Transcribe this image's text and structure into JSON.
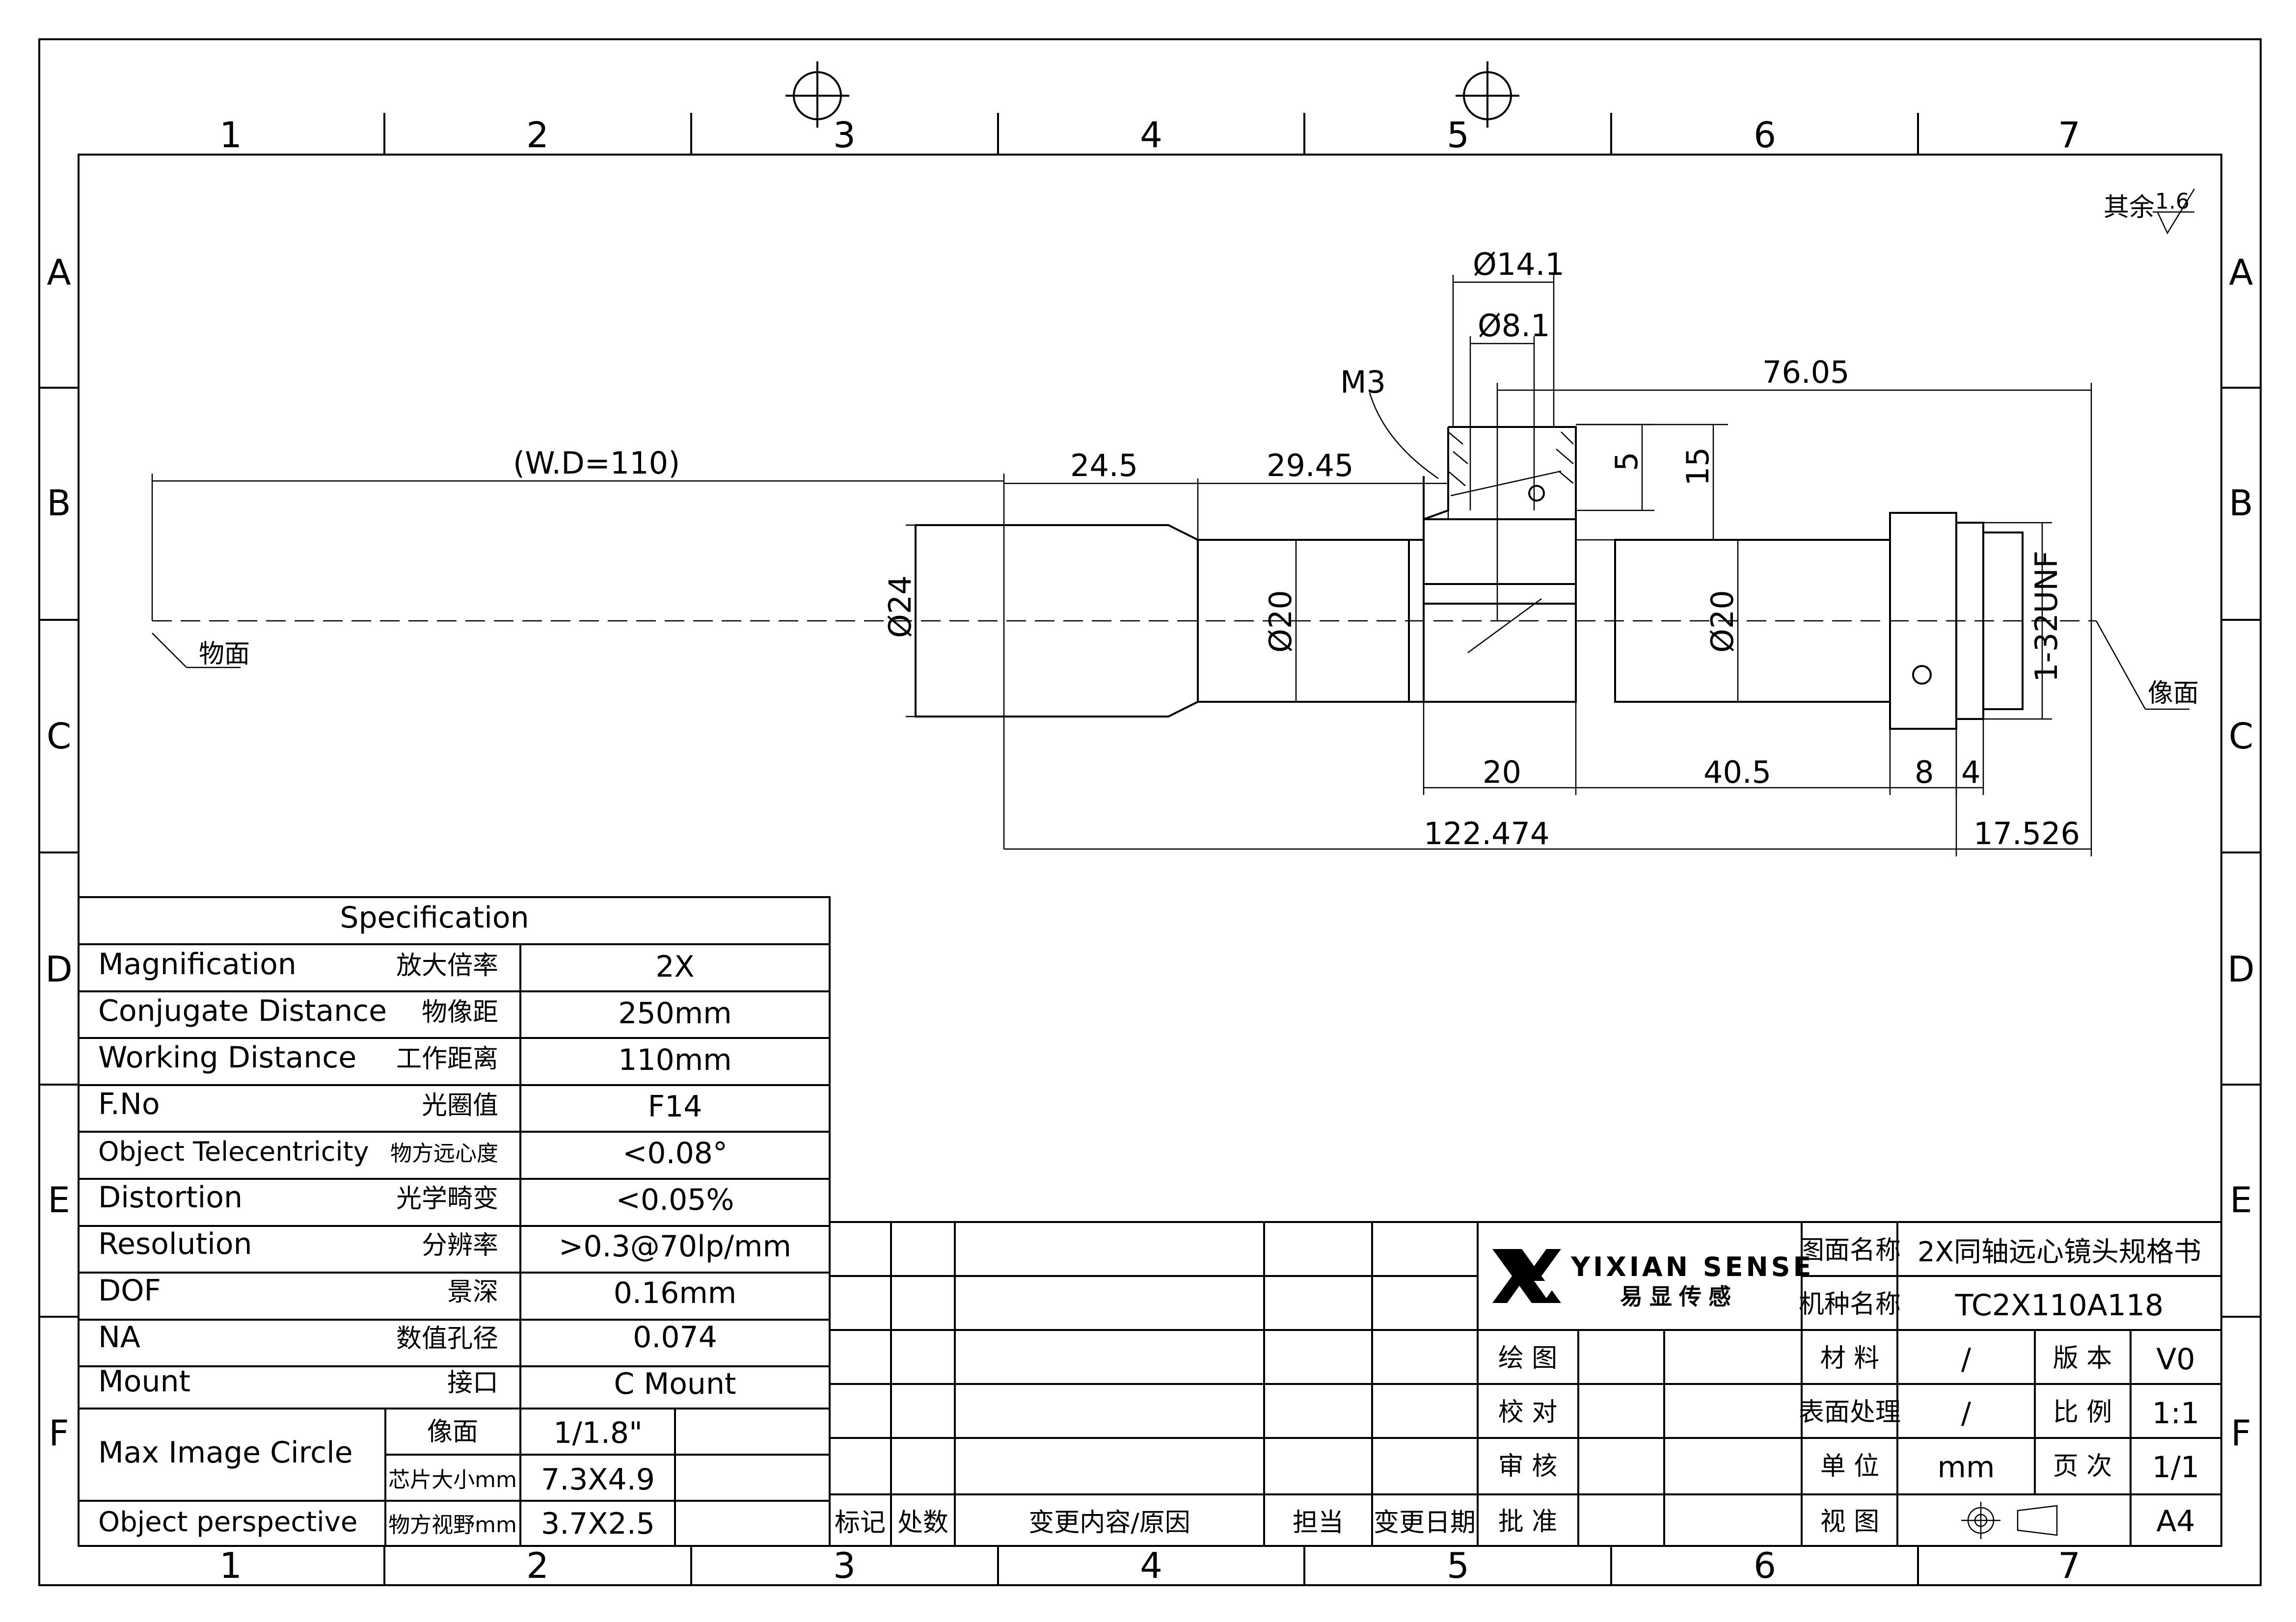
{
  "zones": {
    "columns": [
      "1",
      "2",
      "3",
      "4",
      "5",
      "6",
      "7"
    ],
    "rows": [
      "A",
      "B",
      "C",
      "D",
      "E",
      "F"
    ]
  },
  "roughness_note": {
    "prefix": "其余",
    "value": "1.6"
  },
  "dimensions": {
    "d14_1": "Ø14.1",
    "d8_1": "Ø8.1",
    "m3": "M3",
    "l76_05": "76.05",
    "wd": "(W.D=110)",
    "l24_5": "24.5",
    "l29_45": "29.45",
    "h5": "5",
    "h15": "15",
    "d24": "Ø24",
    "d20a": "Ø20",
    "d20b": "Ø20",
    "thread": "1-32UNF",
    "l20": "20",
    "l40_5": "40.5",
    "l8": "8",
    "l4": "4",
    "l122_474": "122.474",
    "l17_526": "17.526",
    "object_plane": "物面",
    "image_plane": "像面"
  },
  "spec": {
    "title": "Specification",
    "rows": [
      {
        "en": "Magnification",
        "cn": "放大倍率",
        "value": "2X"
      },
      {
        "en": "Conjugate Distance",
        "cn": "物像距",
        "value": "250mm"
      },
      {
        "en": "Working Distance",
        "cn": "工作距离",
        "value": "110mm"
      },
      {
        "en": "F.No",
        "cn": "光圈值",
        "value": "F14"
      },
      {
        "en": "Object Telecentricity",
        "cn": "物方远心度",
        "value": "<0.08°"
      },
      {
        "en": "Distortion",
        "cn": "光学畸变",
        "value": "<0.05%"
      },
      {
        "en": "Resolution",
        "cn": "分辨率",
        "value": ">0.3@70lp/mm"
      },
      {
        "en": "DOF",
        "cn": "景深",
        "value": "0.16mm"
      },
      {
        "en": "NA",
        "cn": "数值孔径",
        "value": "0.074"
      },
      {
        "en": "Mount",
        "cn": "接口",
        "value": "C Mount"
      }
    ],
    "circle": {
      "en": "Max Image Circle",
      "sub1_cn": "像面",
      "sub1_value": "1/1.8\"",
      "sub2_cn": "芯片大小mm",
      "sub2_value": "7.3X4.9"
    },
    "perspective": {
      "en": "Object perspective",
      "cn": "物方视野mm",
      "value": "3.7X2.5"
    }
  },
  "revision": {
    "headers": [
      "标记",
      "处数",
      "变更内容/原因",
      "担当",
      "变更日期"
    ]
  },
  "titleblock": {
    "brand": "YIXIAN SENSE",
    "brand_cn": "易显传感",
    "drawing_name_label": "图面名称",
    "drawing_name": "2X同轴远心镜头规格书",
    "model_label": "机种名称",
    "model": "TC2X110A118",
    "sign_labels": [
      "绘 图",
      "校 对",
      "审 核",
      "批 准"
    ],
    "material_label": "材 料",
    "material": "/",
    "version_label": "版 本",
    "version": "V0",
    "surface_label": "表面处理",
    "surface": "/",
    "scale_label": "比 例",
    "scale": "1:1",
    "unit_label": "单 位",
    "unit": "mm",
    "page_label": "页 次",
    "page": "1/1",
    "view_label": "视 图",
    "size": "A4"
  }
}
